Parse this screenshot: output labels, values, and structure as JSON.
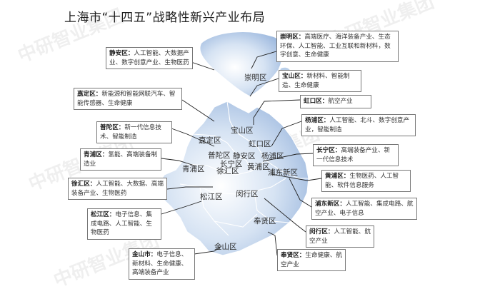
{
  "title": "上海市“十四五”战略性新兴产业布局",
  "watermarks": [
    "中研智业集团",
    "中研智业集团",
    "中研智业集团",
    "中研智业集团",
    "中研智业集团"
  ],
  "districts": [
    "崇明区",
    "宝山区",
    "嘉定区",
    "虹口区",
    "静安区",
    "杨浦区",
    "普陀区",
    "长宁区",
    "黄浦区",
    "青浦区",
    "徐汇区",
    "浦东新区",
    "闵行区",
    "松江区",
    "奉贤区",
    "金山区"
  ],
  "boxes": [
    {
      "name": "静安区：",
      "text": "人工智能、大数据产业、数字创意产业、生物医药"
    },
    {
      "name": "崇明区：",
      "text": "高端医疗、海洋装备产业、生态环保、人工智能、工业互联和新材料，数字创意、生命健康"
    },
    {
      "name": "宝山区：",
      "text": "新材料、智能制造、生命健康"
    },
    {
      "name": "嘉定区：",
      "text": "新能源和智能网联汽车、智能传感器、生命健康"
    },
    {
      "name": "虹口区：",
      "text": "航空产业"
    },
    {
      "name": "普陀区：",
      "text": "新一代信息技术、智能制造"
    },
    {
      "name": "杨浦区：",
      "text": "人工智能、北斗、数字创意产业，智能制造"
    },
    {
      "name": "青浦区：",
      "text": "氢能、高端装备制造业"
    },
    {
      "name": "长宁区：",
      "text": "高端装备产业、新一代信息技术"
    },
    {
      "name": "徐汇区：",
      "text": "人工智能、大数据、高端装备产业、生物医药"
    },
    {
      "name": "黄浦区：",
      "text": "生物医药、人工智能、软件信息服务"
    },
    {
      "name": "浦东新区：",
      "text": "人工智能、集成电路、航空产业、电子信息"
    },
    {
      "name": "松江区：",
      "text": "电子信息、集成电路、人工智能、生物医药"
    },
    {
      "name": "闵行区：",
      "text": "人工智能、航空产业"
    },
    {
      "name": "金山市：",
      "text": "电子信息、新材料、生命健康、高端装备产业"
    },
    {
      "name": "奉贤区：",
      "text": "生命健康、航空产业"
    }
  ],
  "colors": {
    "map_fill": "#c9d9ee",
    "map_stroke": "#ffffff",
    "connector": "#222222",
    "box_border": "#777777"
  }
}
